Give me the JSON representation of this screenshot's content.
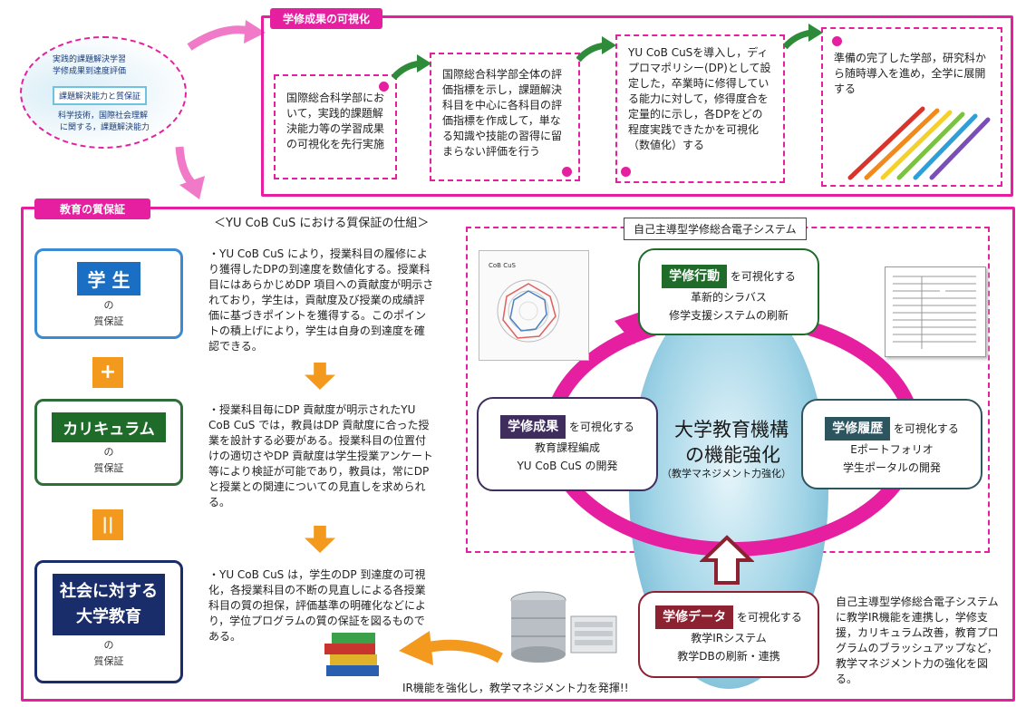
{
  "top_panel": {
    "title": "学修成果の可視化",
    "boxes": [
      "国際総合科学部において，実践的課題解決能力等の学習成果の可視化を先行実施",
      "国際総合科学部全体の評価指標を示し，課題解決科目を中心に各科目の評価指標を作成して，単なる知識や技能の習得に留まらない評価を行う",
      "YU CoB CuSを導入し，ディプロマポリシー(DP)として設定した，卒業時に修得している能力に対して，修得度合を定量的に示し，各DPをどの程度実践できたかを可視化（数値化）する",
      "準備の完了した学部，研究科から随時導入を進め，全学に展開する"
    ]
  },
  "circle_logo": {
    "line1": "実践的課題解決学習",
    "line2": "学修成果到達度評価",
    "badge": "課題解決能力と質保証",
    "line3": "科学技術，国際社会理解",
    "line4": "に関する，課題解決能力"
  },
  "bottom_panel": {
    "title": "教育の質保証",
    "mechanism_title": "＜YU CoB CuS における質保証の仕組＞",
    "left_cards": [
      {
        "tag": "学 生",
        "of": "の",
        "label": "質保証",
        "color": "#1a6fc4"
      },
      {
        "tag": "カリキュラム",
        "of": "の",
        "label": "質保証",
        "color": "#1f6b2a"
      },
      {
        "tag": "社会に対する\n大学教育",
        "of": "の",
        "label": "質保証",
        "color": "#1a2d6b"
      }
    ],
    "plus_sign": "+",
    "equal_sign": "||",
    "paragraphs": [
      "・YU CoB CuS により，授業科目の履修により獲得したDPの到達度を数値化する。授業科目にはあらかじめDP 項目への貢献度が明示されており，学生は，貢献度及び授業の成績評価に基づきポイントを獲得する。このポイントの積上げにより，学生は自身の到達度を確認できる。",
      "・授業科目毎にDP 貢献度が明示されたYU CoB CuS では，教員はDP 貢献度に合った授業を設計する必要がある。授業科目の位置付けの適切さやDP 貢献度は学生授業アンケート等により検証が可能であり，教員は，常にDP と授業との関連についての見直しを求められる。",
      "・YU CoB CuS は，学生のDP 到達度の可視化，各授業科目の不断の見直しによる各授業科目の質の担保，評価基準の明確化などにより，学位プログラムの質の保証を図るものである。"
    ],
    "system_title": "自己主導型学修総合電子システム",
    "center": {
      "line1": "大学教育機構",
      "line2": "の機能強化",
      "line3": "（教学マネジメント力強化）"
    },
    "boxes": {
      "top": {
        "label": "学修行動",
        "suffix": "を可視化する",
        "l1": "革新的シラバス",
        "l2": "修学支援システムの刷新",
        "color": "#1f6b2a"
      },
      "left": {
        "label": "学修成果",
        "suffix": "を可視化する",
        "l1": "教育課程編成",
        "l2": "YU CoB CuS の開発",
        "color": "#3f2d5e"
      },
      "right": {
        "label": "学修履歴",
        "suffix": "を可視化する",
        "l1": "Eポートフォリオ",
        "l2": "学生ポータルの開発",
        "color": "#2d5560"
      },
      "bottom": {
        "label": "学修データ",
        "suffix": "を可視化する",
        "l1": "教学IRシステム",
        "l2": "教学DBの刷新・連携",
        "color": "#8c2131"
      }
    },
    "system_desc": "自己主導型学修総合電子システムに教学IR機能を連携し，学修支援，カリキュラム改善，教育プログラムのブラッシュアップなど，教学マネジメント力の強化を図る。",
    "ir_caption": "IR機能を強化し，教学マネジメント力を発揮!!",
    "chart_thumb_label": "CoB CuS"
  },
  "colors": {
    "accent": "#e61fa0",
    "orange": "#f39a1e",
    "green_arrow": "#2e8b3a"
  }
}
